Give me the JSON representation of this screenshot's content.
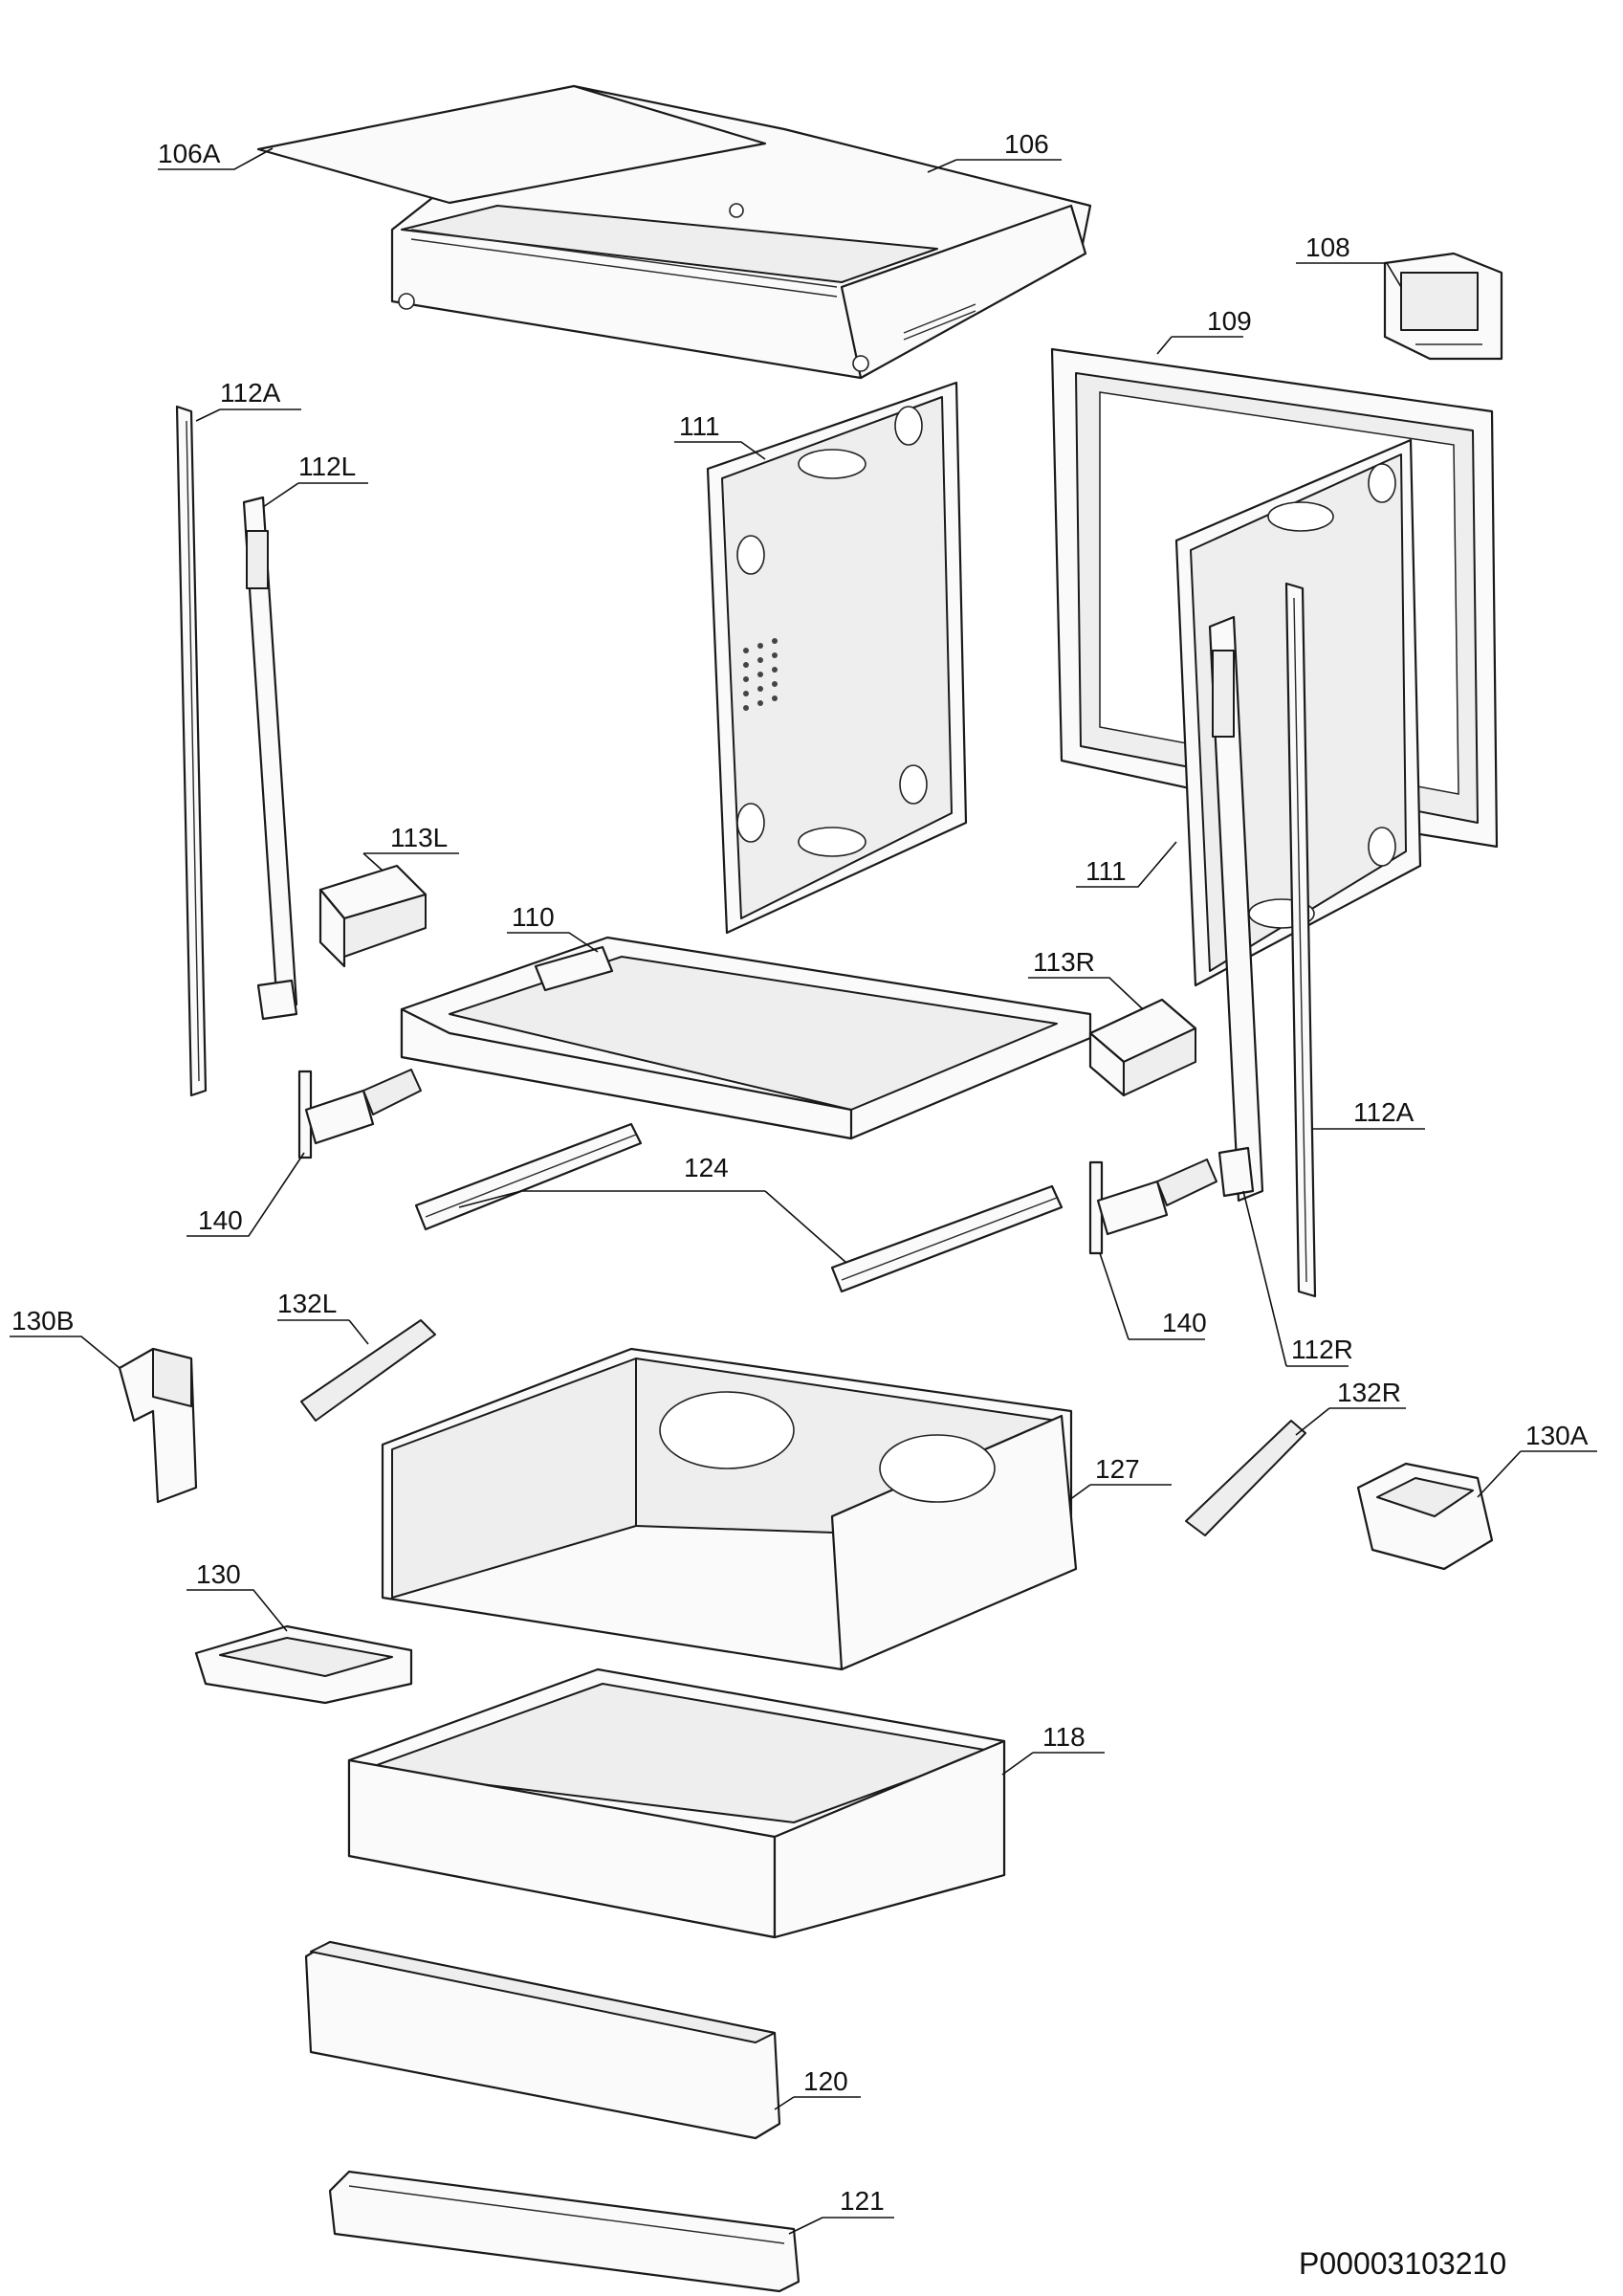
{
  "diagram": {
    "document_number": "P00003103210",
    "callouts": {
      "c106A": "106A",
      "c106": "106",
      "c108": "108",
      "c109": "109",
      "c112A_left": "112A",
      "c112L": "112L",
      "c111_top": "111",
      "c111_right": "111",
      "c113L": "113L",
      "c110": "110",
      "c113R": "113R",
      "c112A_right": "112A",
      "c140_left": "140",
      "c124": "124",
      "c140_right": "140",
      "c112R": "112R",
      "c130B": "130B",
      "c132L": "132L",
      "c132R": "132R",
      "c130A": "130A",
      "c127": "127",
      "c130": "130",
      "c118": "118",
      "c120": "120",
      "c121": "121"
    }
  }
}
